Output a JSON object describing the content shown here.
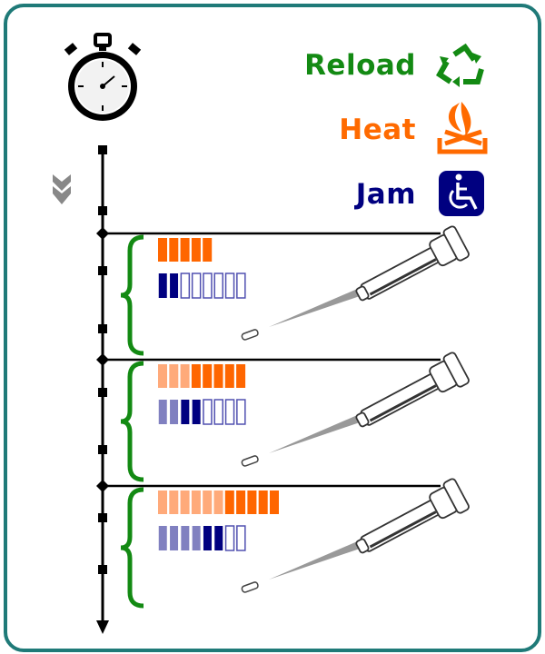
{
  "legend": [
    {
      "label": "Reload",
      "color": "#138a13",
      "icon": "recycle-icon"
    },
    {
      "label": "Heat",
      "color": "#ff6a00",
      "icon": "campfire-icon"
    },
    {
      "label": "Jam",
      "color": "#000080",
      "icon": "wheelchair-icon"
    }
  ],
  "colors": {
    "heat_solid": "#ff6600",
    "heat_light": "#ffaa7a",
    "jam_solid": "#000080",
    "jam_light": "#8080c0",
    "jam_empty": "#5050b0",
    "reload": "#138a13",
    "frame": "#1f7a78"
  },
  "cycles": [
    {
      "heat": {
        "carried": 0,
        "added": 5
      },
      "jam": {
        "carried": 0,
        "added": 2,
        "empty": 6
      }
    },
    {
      "heat": {
        "carried": 3,
        "added": 5
      },
      "jam": {
        "carried": 2,
        "added": 2,
        "empty": 4
      }
    },
    {
      "heat": {
        "carried": 6,
        "added": 5
      },
      "jam": {
        "carried": 4,
        "added": 2,
        "empty": 2
      }
    }
  ]
}
